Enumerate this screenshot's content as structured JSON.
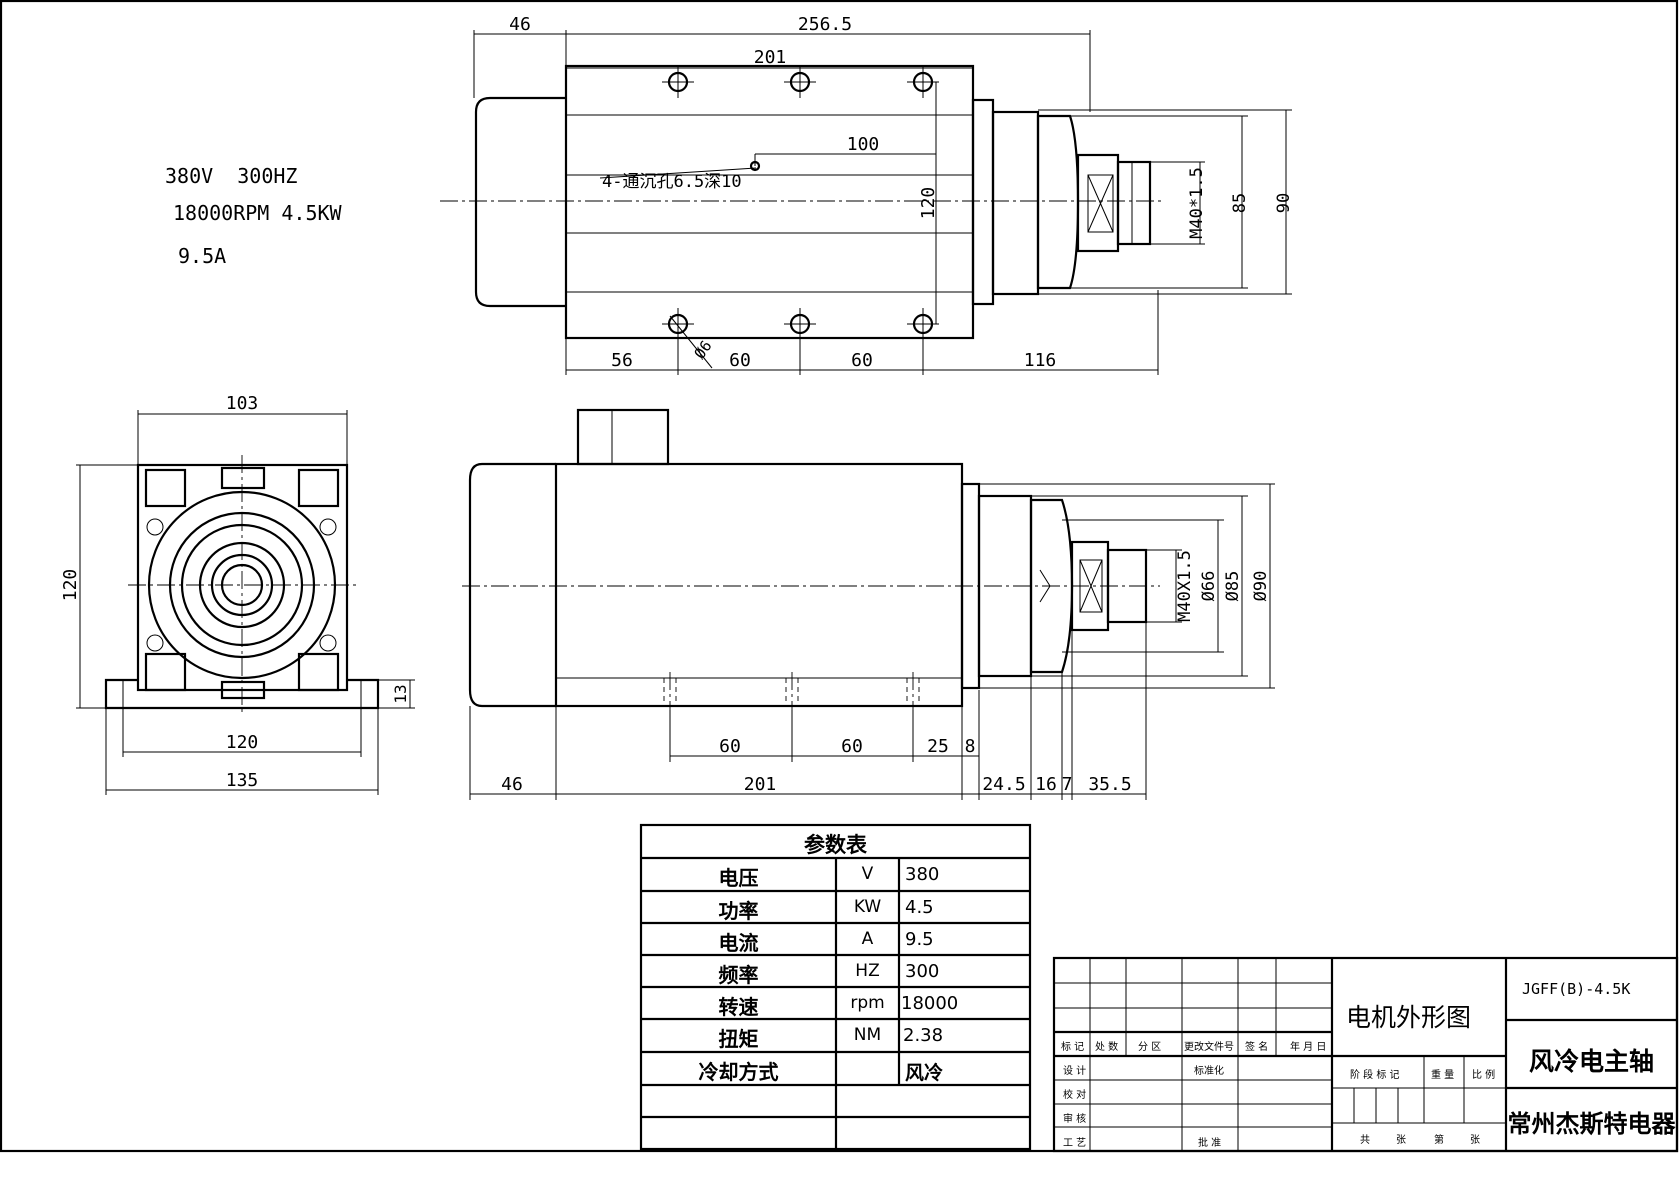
{
  "spec_note": {
    "line1": "380V  300HZ",
    "line2": "18000RPM 4.5KW",
    "line3": "9.5A"
  },
  "top_view": {
    "dim_total": "256.5",
    "dim_left": "46",
    "dim_body": "201",
    "dim_hole_pitch": "100",
    "hole_note": "4-通沉孔6.5深10",
    "dim_height": "120",
    "thread": "M40*1.5",
    "dim_d85": "85",
    "dim_d90": "90",
    "dim_56": "56",
    "dim_60a": "60",
    "dim_60b": "60",
    "dim_116": "116",
    "dim_phi6": "Ø6"
  },
  "end_view": {
    "dim_width_top": "103",
    "dim_height": "120",
    "dim_base_height": "13",
    "dim_mount": "120",
    "dim_base_width": "135"
  },
  "side_view": {
    "thread": "M40X1.5",
    "dim_d66": "Ø66",
    "dim_d85": "Ø85",
    "dim_d90": "Ø90",
    "dim_60a": "60",
    "dim_60b": "60",
    "dim_25": "25",
    "dim_8": "8",
    "dim_46": "46",
    "dim_201": "201",
    "dim_24_5": "24.5",
    "dim_16": "16",
    "dim_7": "7",
    "dim_35_5": "35.5"
  },
  "param_table": {
    "title": "参数表",
    "rows": [
      {
        "name": "电压",
        "unit": "V",
        "value": "380"
      },
      {
        "name": "功率",
        "unit": "KW",
        "value": "4.5"
      },
      {
        "name": "电流",
        "unit": "A",
        "value": "9.5"
      },
      {
        "name": "频率",
        "unit": "HZ",
        "value": "300"
      },
      {
        "name": "转速",
        "unit": "rpm",
        "value": "18000"
      },
      {
        "name": "扭矩",
        "unit": "NM",
        "value": "2.38"
      },
      {
        "name": "冷却方式",
        "unit": "",
        "value": "风冷"
      }
    ]
  },
  "title_block": {
    "drawing_name": "电机外形图",
    "model": "JGFF(B)-4.5K",
    "product": "风冷电主轴",
    "company": "常州杰斯特电器",
    "labels": {
      "mark": "标 记",
      "count": "处 数",
      "zone": "分  区",
      "change_doc": "更改文件号",
      "sign": "签 名",
      "date": "年 月 日",
      "design": "设 计",
      "standard": "标准化",
      "check": "校 对",
      "review": "审 核",
      "process": "工 艺",
      "approve": "批 准",
      "stage": "阶 段 标 记",
      "weight": "重 量",
      "scale": "比 例",
      "total": "共",
      "sheets": "张",
      "page": "第",
      "sheet2": "张"
    }
  }
}
